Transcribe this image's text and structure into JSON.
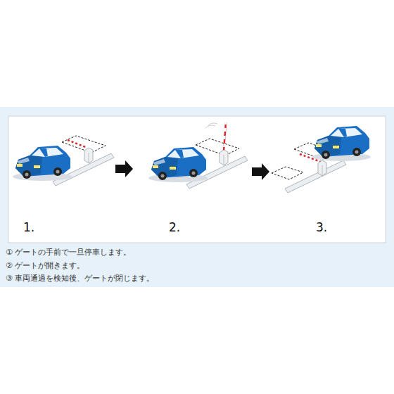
{
  "diagram": {
    "labels": [
      "1.",
      "2.",
      "3.",
      "① ゲートの手前で一旦停車します。",
      "② ゲートが開きます。",
      "③ 車両通過を検知後、ゲートが閉じます。"
    ]
  }
}
